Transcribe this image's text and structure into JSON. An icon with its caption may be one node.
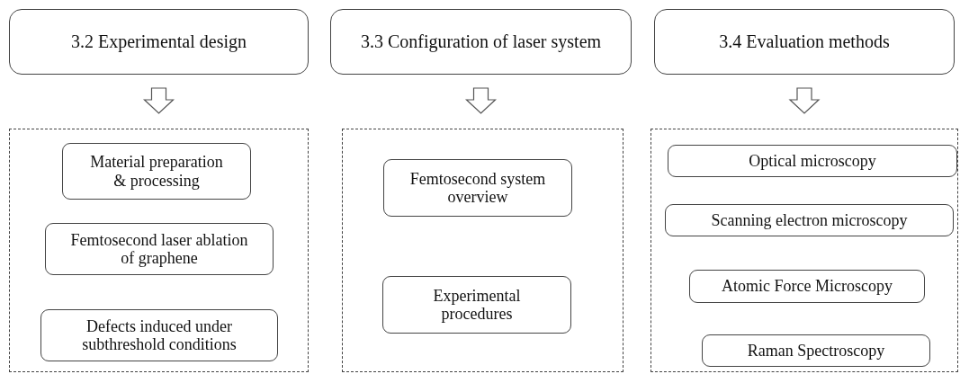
{
  "diagram": {
    "nodes": [
      {
        "text": [
          "3.2 Experimental design"
        ]
      },
      {
        "text": [
          "3.3 Configuration of laser system"
        ]
      },
      {
        "text": [
          "3.4 Evaluation methods"
        ]
      },
      {
        "text": [],
        "shape": "box"
      },
      {
        "text": [
          "Material preparation & processing"
        ],
        "in": 3
      },
      {
        "text": [
          "Femtosecond laser ablation of graphene"
        ],
        "in": 3
      },
      {
        "text": [
          "Defects induced under subthreshold conditions"
        ],
        "in": 3
      },
      {
        "text": [],
        "shape": "box"
      },
      {
        "text": [
          "Femtosecond system overview"
        ],
        "in": 7
      },
      {
        "text": [
          "Experimental procedures"
        ],
        "in": 7
      },
      {
        "text": [],
        "shape": "box"
      },
      {
        "text": [
          "Optical microscopy"
        ],
        "in": 10
      },
      {
        "text": [
          "Scanning electron microscopy"
        ],
        "in": 10
      },
      {
        "text": [
          "Atomic Force Microscopy"
        ],
        "in": 10
      },
      {
        "text": [
          "Raman Spectroscopy"
        ],
        "in": 10
      }
    ],
    "edges": [
      {
        "from": 0,
        "to": 3,
        "arrow": "to"
      },
      {
        "from": 1,
        "to": 7,
        "arrow": "to"
      },
      {
        "from": 2,
        "to": 10,
        "arrow": "to"
      }
    ]
  }
}
